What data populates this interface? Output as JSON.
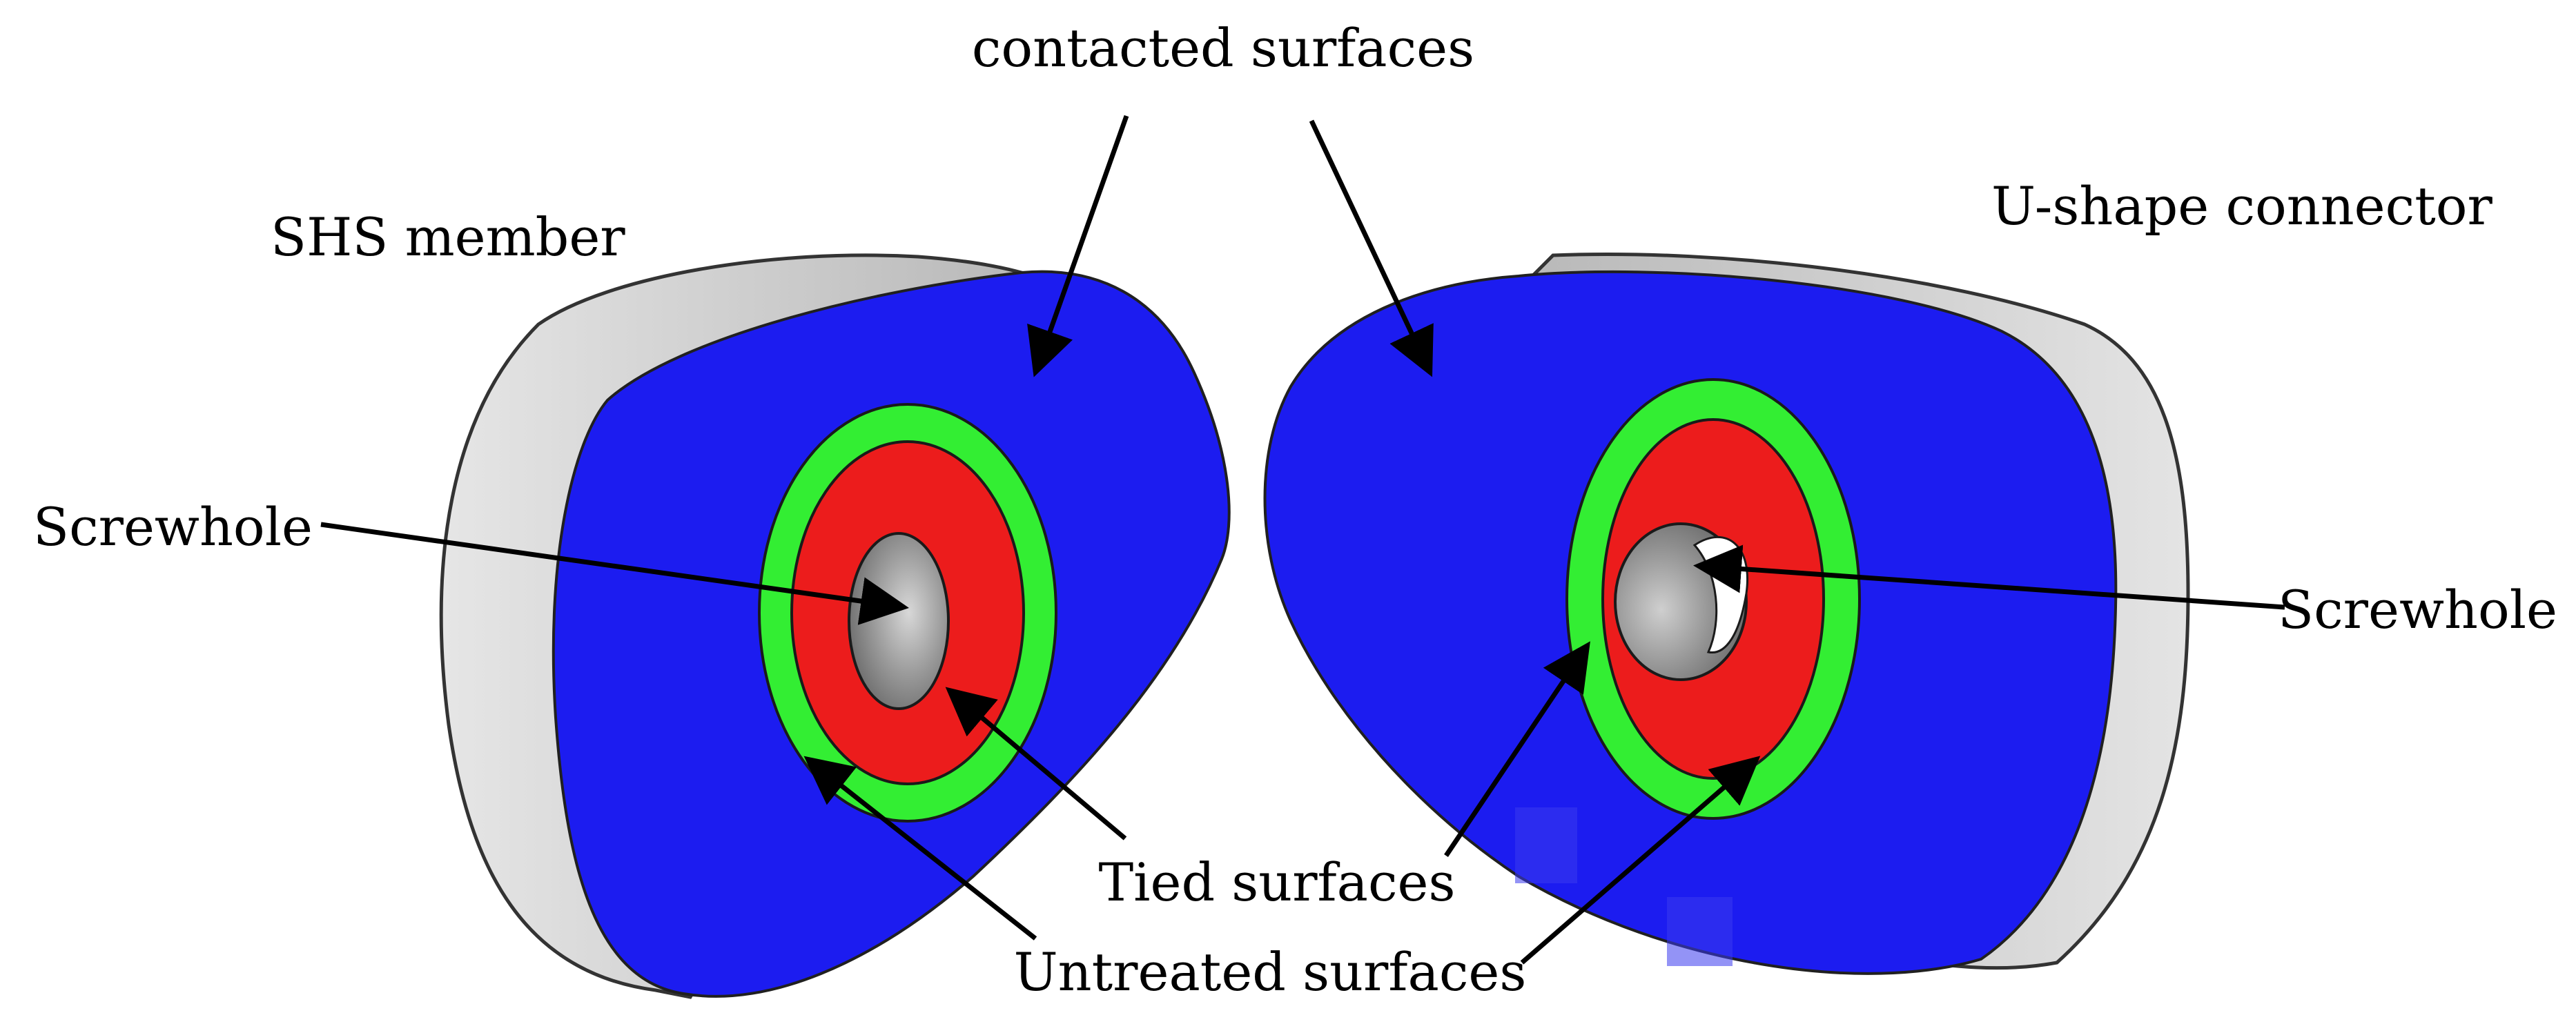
{
  "labels": {
    "contacted_surfaces": "contacted surfaces",
    "shs_member": "SHS member",
    "u_shape_connector": "U-shape connector",
    "screwhole_left": "Screwhole",
    "screwhole_right": "Screwhole",
    "tied_surfaces": "Tied surfaces",
    "untreated_surfaces": "Untreated surfaces"
  },
  "colors": {
    "contact_surface": "#1c1cf0",
    "tied_surface": "#ec1c1c",
    "untreated_surface": "#33ee33",
    "side_surface": "#c8c8c8",
    "screwhole_bore": "#8a8a8a",
    "arrow": "#000000"
  }
}
